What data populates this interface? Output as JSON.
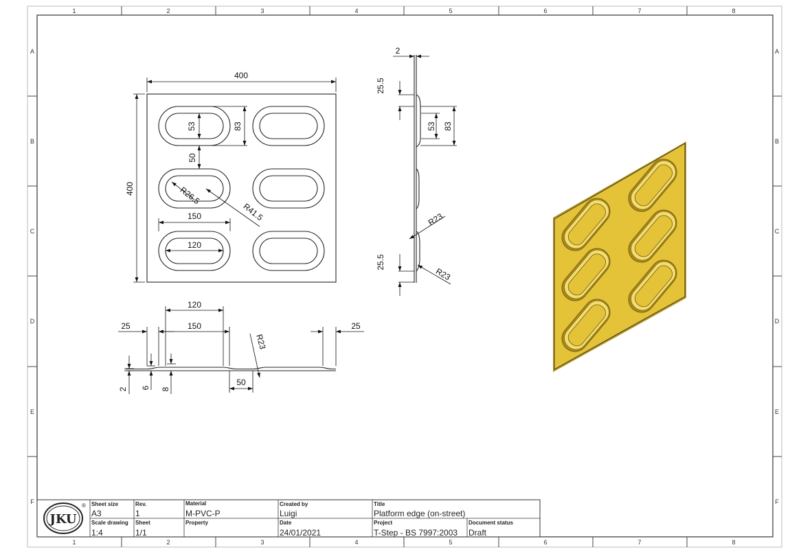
{
  "grid": {
    "columns": [
      "1",
      "2",
      "3",
      "4",
      "5",
      "6",
      "7",
      "8"
    ],
    "rows": [
      "A",
      "B",
      "C",
      "D",
      "E",
      "F"
    ]
  },
  "title_block": {
    "logo_text": "JKU",
    "logo_mark": "®",
    "sheet_size": {
      "label": "Sheet size",
      "value": "A3"
    },
    "rev": {
      "label": "Rev.",
      "value": "1"
    },
    "material": {
      "label": "Material",
      "value": "M-PVC-P"
    },
    "created_by": {
      "label": "Created by",
      "value": "Luigi"
    },
    "title": {
      "label": "Title",
      "value": "Platform edge (on-street)"
    },
    "scale": {
      "label": "Scale drawing",
      "value": "1:4"
    },
    "sheet": {
      "label": "Sheet",
      "value": "1/1"
    },
    "property": {
      "label": "Property",
      "value": ""
    },
    "date": {
      "label": "Date",
      "value": "24/01/2021"
    },
    "project": {
      "label": "Project",
      "value": "T-Step - BS 7997:2003"
    },
    "document_status": {
      "label": "Document status",
      "value": "Draft"
    }
  },
  "dimensions": {
    "front": {
      "width": "400",
      "height": "400",
      "slot_inner_height": "53",
      "slot_outer_height": "83",
      "slot_gap": "50",
      "inner_radius": "R26.5",
      "outer_radius": "R41.5",
      "slot_outer_length": "150",
      "slot_inner_length": "120"
    },
    "side": {
      "thickness": "2",
      "offset_top": "25.5",
      "slot_inner_height": "53",
      "slot_outer_height": "83",
      "radius_upper": "R23",
      "offset_bottom": "25.5",
      "radius_lower": "R23"
    },
    "bottom": {
      "inner_length": "120",
      "outer_length": "150",
      "margin_left": "25",
      "margin_right": "25",
      "radius": "R23",
      "gap": "50",
      "thickness": "2",
      "height_6": "6",
      "height_8": "8"
    }
  },
  "colors": {
    "plate": "#e4c338",
    "plate_side": "#b8961c",
    "slot_dark": "#a9891a",
    "slot_light": "#f3dd70"
  }
}
